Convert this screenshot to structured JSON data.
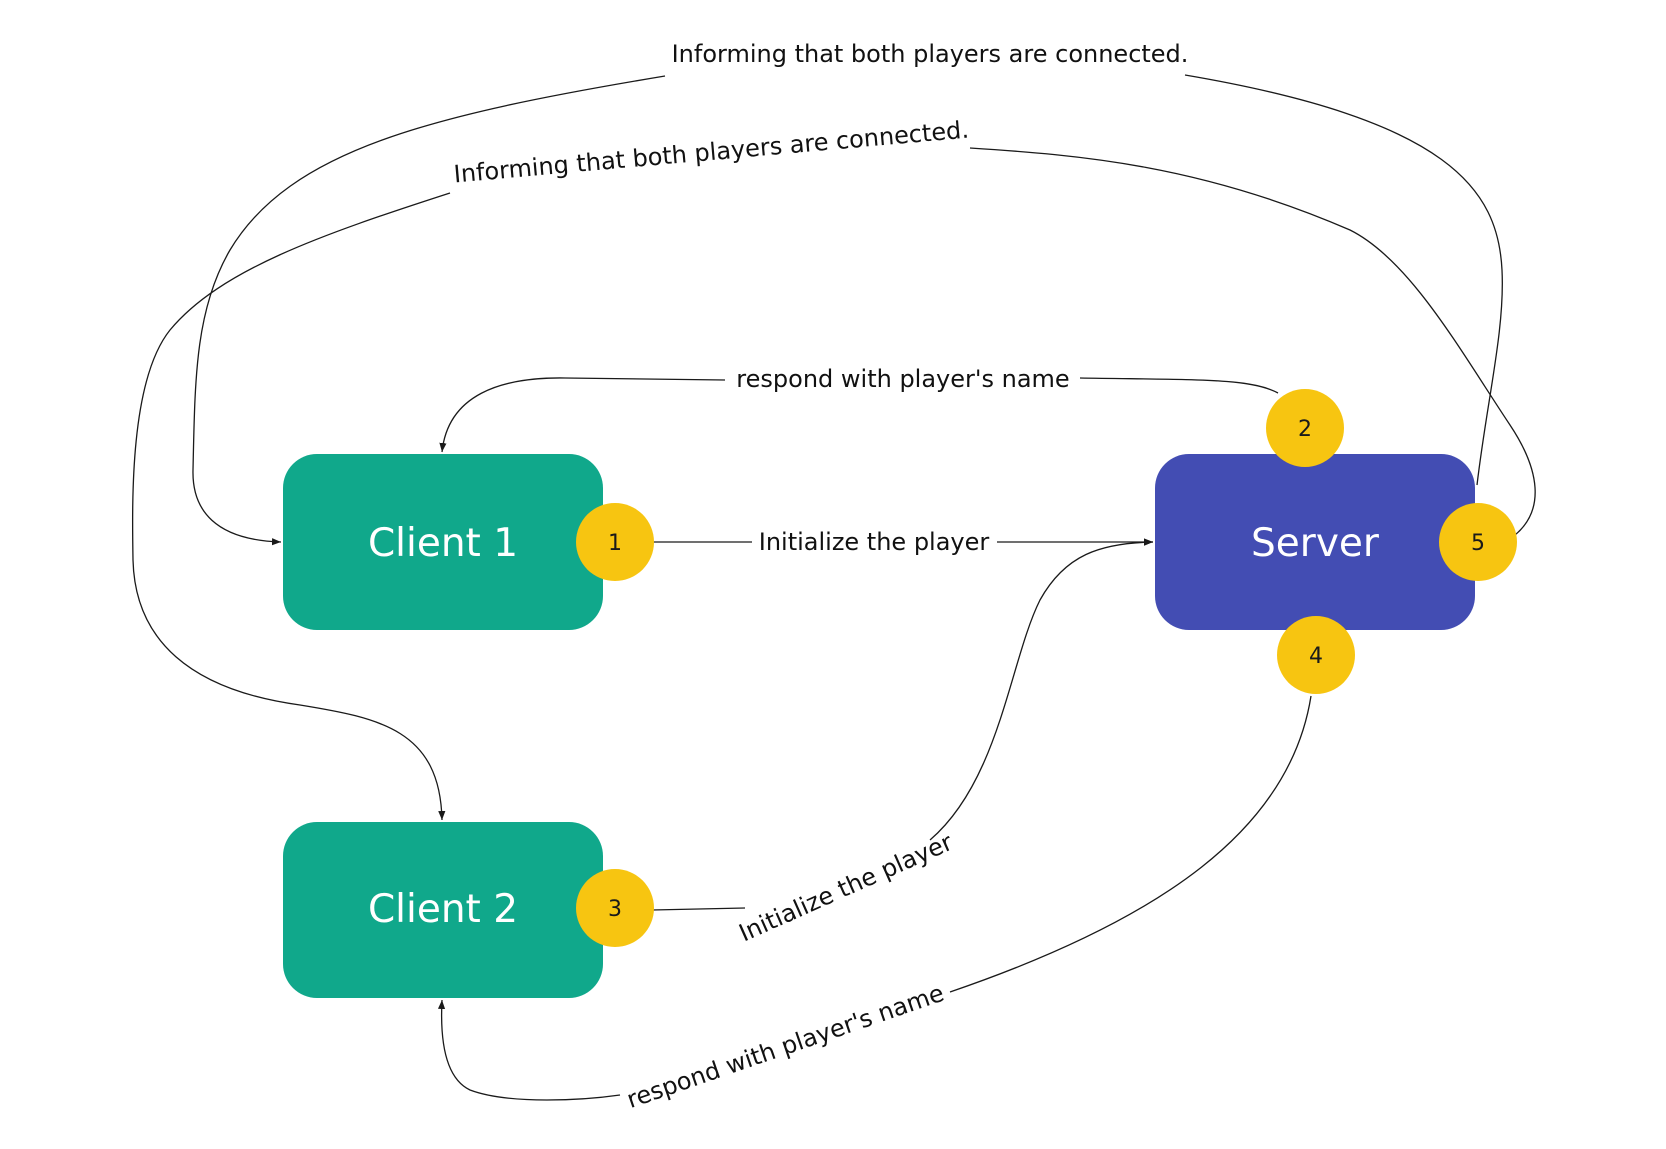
{
  "colors": {
    "client": "#10a88b",
    "server": "#434db3",
    "badge": "#f7c511",
    "line": "#1a1a1a"
  },
  "nodes": {
    "client1": {
      "label": "Client 1"
    },
    "client2": {
      "label": "Client 2"
    },
    "server": {
      "label": "Server"
    }
  },
  "badges": [
    "1",
    "2",
    "3",
    "4",
    "5"
  ],
  "edges": {
    "client1_init": "Initialize the player",
    "server_respond_client1": "respond with player's name",
    "client2_init": "Initialize the player",
    "server_respond_client2": "respond with player's name",
    "inform_client1": "Informing that both players are connected.",
    "inform_client2": "Informing that both players are connected."
  }
}
